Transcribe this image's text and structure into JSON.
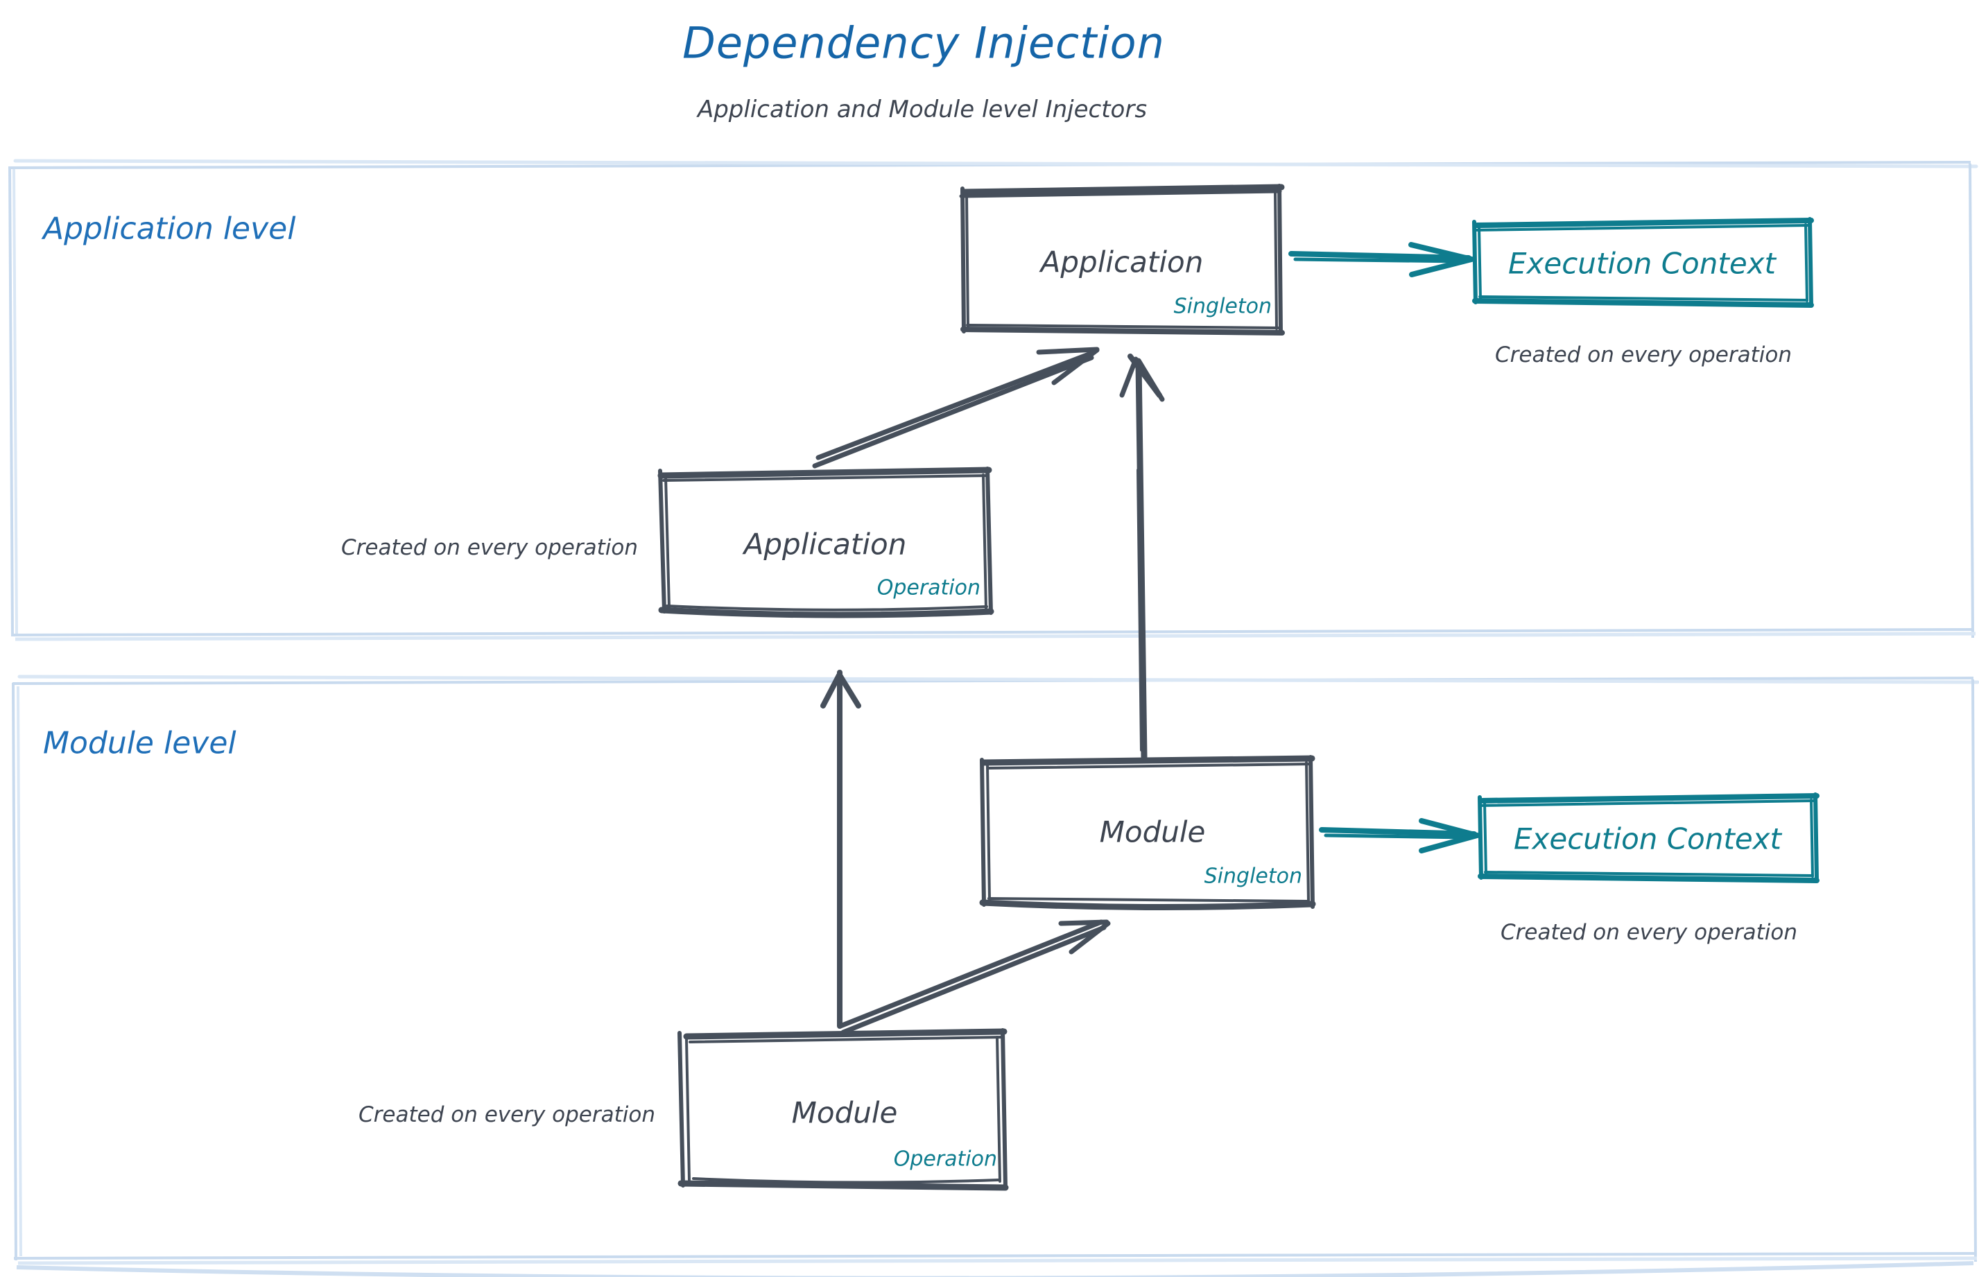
{
  "header": {
    "title": "Dependency Injection",
    "subtitle": "Application and Module level Injectors",
    "title_color": "#1565a8",
    "subtitle_color": "#3d4450"
  },
  "colors": {
    "panel_border": "#b9cfe8",
    "sketch_stroke": "#464f5b",
    "teal": "#0e7c8e",
    "blue": "#1f6fb8",
    "background": "#ffffff"
  },
  "panels": [
    {
      "label": "Application level"
    },
    {
      "label": "Module level"
    }
  ],
  "nodes": {
    "app_singleton": {
      "title": "Application",
      "scope": "Singleton"
    },
    "app_operation": {
      "title": "Application",
      "scope": "Operation",
      "note": "Created on every operation"
    },
    "app_execution_context": {
      "title": "Execution Context",
      "note": "Created on every operation"
    },
    "module_singleton": {
      "title": "Module",
      "scope": "Singleton"
    },
    "module_operation": {
      "title": "Module",
      "scope": "Operation",
      "note": "Created on every operation"
    },
    "module_execution_context": {
      "title": "Execution Context",
      "note": "Created on every operation"
    }
  },
  "edges": [
    {
      "name": "app-singleton-to-app-execution-context",
      "from": "app_singleton",
      "to": "app_execution_context",
      "color": "#0e7c8e"
    },
    {
      "name": "app-operation-to-app-singleton",
      "from": "app_operation",
      "to": "app_singleton",
      "color": "#464f5b"
    },
    {
      "name": "module-singleton-to-app-singleton",
      "from": "module_singleton",
      "to": "app_singleton",
      "color": "#464f5b"
    },
    {
      "name": "module-operation-to-app-operation",
      "from": "module_operation",
      "to": "app_operation",
      "color": "#464f5b"
    },
    {
      "name": "module-operation-to-module-singleton",
      "from": "module_operation",
      "to": "module_singleton",
      "color": "#464f5b"
    },
    {
      "name": "module-singleton-to-module-execution-context",
      "from": "module_singleton",
      "to": "module_execution_context",
      "color": "#0e7c8e"
    }
  ]
}
